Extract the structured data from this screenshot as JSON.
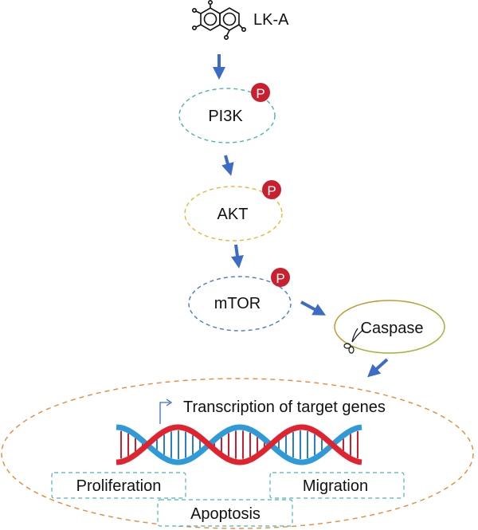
{
  "title": "LK-A signaling pathway",
  "compound": {
    "label": "LK-A",
    "icon": "molecule-icon"
  },
  "pathway_nodes": [
    {
      "id": "pi3k",
      "label": "PI3K",
      "phosphorylated": true,
      "phospho_label": "P",
      "border_color": "#4bb3b0",
      "border_style": "dashed"
    },
    {
      "id": "akt",
      "label": "AKT",
      "phosphorylated": true,
      "phospho_label": "P",
      "border_color": "#e8b730",
      "border_style": "dashed"
    },
    {
      "id": "mtor",
      "label": "mTOR",
      "phosphorylated": true,
      "phospho_label": "P",
      "border_color": "#4a78c2",
      "border_style": "dashed"
    },
    {
      "id": "caspase",
      "label": "Caspase",
      "phosphorylated": false,
      "border_color": "#8fb43a",
      "border_style": "solid",
      "icon": "scissors-icon"
    }
  ],
  "nucleus": {
    "border_color": "#e8893a",
    "transcription_label": "Transcription of target genes",
    "transcription_icon": "transcription-start-arrow-icon",
    "dna_icon": "dna-double-helix-icon",
    "outcomes": [
      {
        "id": "proliferation",
        "label": "Proliferation"
      },
      {
        "id": "migration",
        "label": "Migration"
      },
      {
        "id": "apoptosis",
        "label": "Apoptosis"
      }
    ],
    "outcome_border_color": "#4bb3b0"
  },
  "colors": {
    "arrow": "#3d6cc4",
    "phospho_badge": "#c8202e",
    "dna_red": "#e0242f",
    "dna_blue": "#2e9ad8"
  }
}
